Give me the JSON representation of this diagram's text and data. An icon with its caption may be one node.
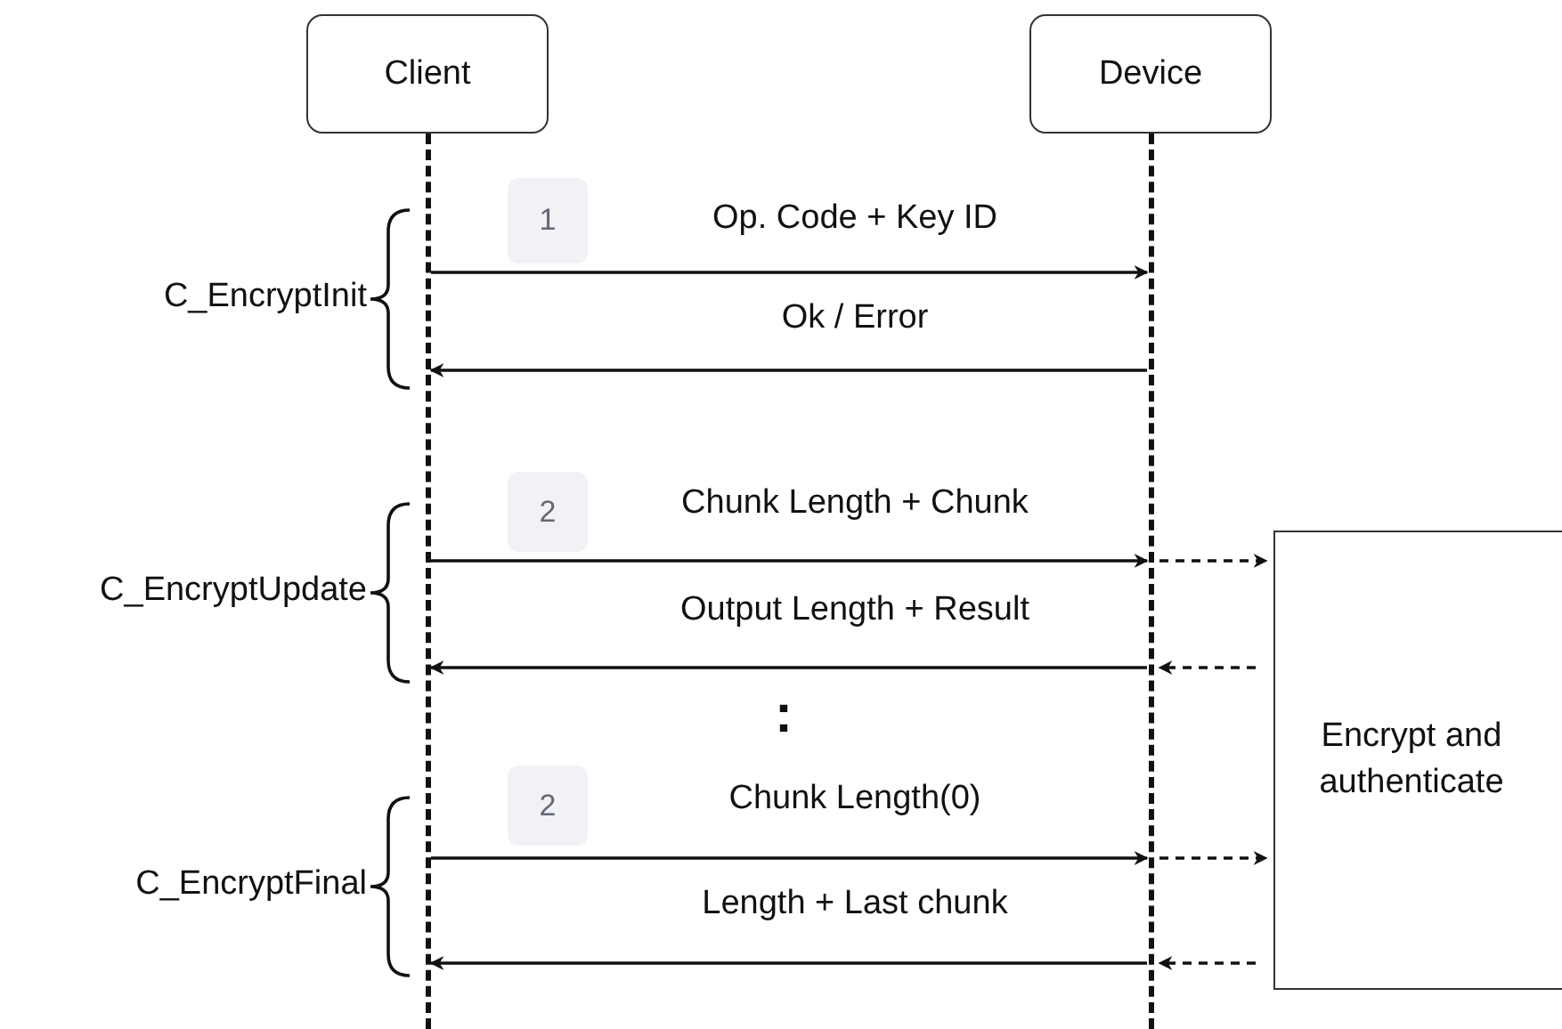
{
  "diagram": {
    "nodes": [
      {
        "text": [
          "Client"
        ]
      },
      {
        "text": [
          "Device"
        ]
      },
      {
        "text": [
          "Encrypt and authenticate"
        ]
      },
      {
        "text": [
          "1"
        ]
      },
      {
        "text": [
          "2"
        ]
      },
      {
        "text": [
          "2"
        ]
      }
    ],
    "edges": [
      {
        "from": 0,
        "to": 1,
        "arrow": "to",
        "label": "Op. Code + Key ID"
      },
      {
        "from": 1,
        "to": 0,
        "arrow": "to",
        "label": "Ok / Error"
      },
      {
        "from": 0,
        "to": 1,
        "arrow": "to",
        "label": "Chunk Length + Chunk"
      },
      {
        "from": 1,
        "to": 0,
        "arrow": "to",
        "label": "Output Length + Result"
      },
      {
        "from": 1,
        "to": 2,
        "arrow": "to",
        "style": "dashed"
      },
      {
        "from": 2,
        "to": 1,
        "arrow": "to",
        "style": "dashed"
      },
      {
        "from": 0,
        "to": 1,
        "arrow": "to",
        "label": "Chunk Length(0)"
      },
      {
        "from": 1,
        "to": 0,
        "arrow": "to",
        "label": "Length + Last chunk"
      },
      {
        "from": 1,
        "to": 2,
        "arrow": "to",
        "style": "dashed"
      },
      {
        "from": 2,
        "to": 1,
        "arrow": "to",
        "style": "dashed"
      }
    ],
    "labels": [
      "C_EncryptInit",
      "C_EncryptUpdate",
      ":",
      "C_EncryptFinal"
    ]
  }
}
